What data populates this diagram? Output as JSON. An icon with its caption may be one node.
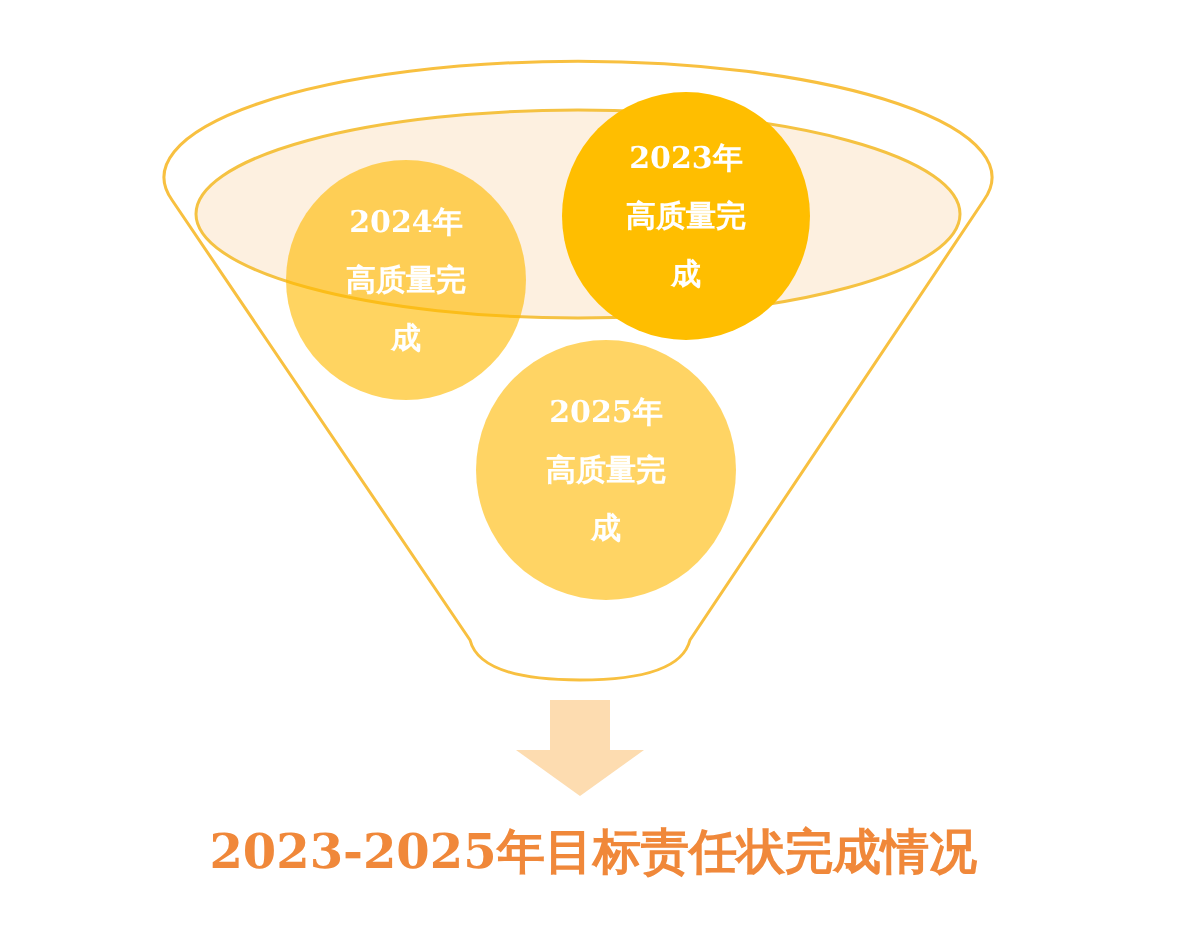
{
  "diagram": {
    "title": "2023-2025年目标责任状完成情况",
    "nodes": [
      {
        "text": [
          "2023年高质量完成"
        ]
      },
      {
        "text": [
          "2024年高质量完成"
        ]
      },
      {
        "text": [
          "2025年高质量完成"
        ]
      }
    ]
  }
}
